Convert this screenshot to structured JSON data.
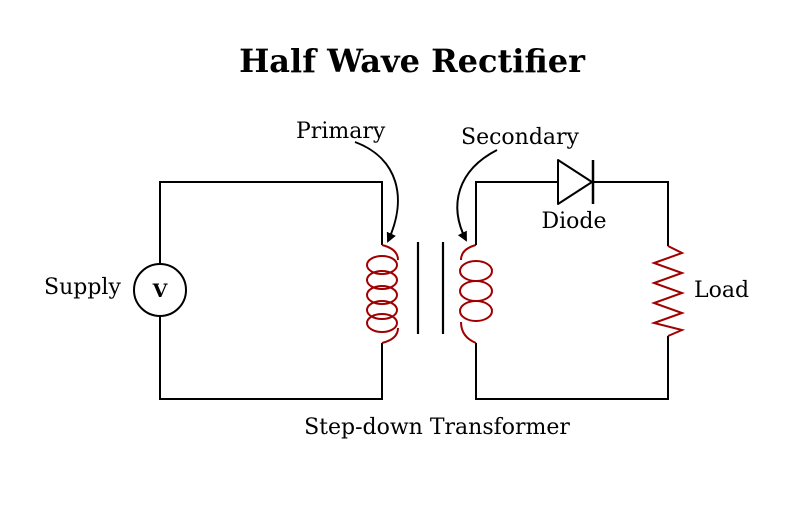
{
  "title": "Half Wave Rectifier",
  "labels": {
    "primary": "Primary",
    "secondary": "Secondary",
    "diode": "Diode",
    "supply": "Supply",
    "load": "Load",
    "transformer": "Step-down Transformer",
    "voltmeter_symbol": "V"
  },
  "colors": {
    "wire": "#000000",
    "coil": "#a00000",
    "resistor": "#a00000",
    "background": "#ffffff"
  },
  "icons": {
    "supply": "voltmeter-circle-icon",
    "diode": "diode-triangle-icon",
    "load": "resistor-zigzag-icon",
    "primary": "inductor-coil-icon",
    "secondary": "inductor-coil-icon"
  }
}
